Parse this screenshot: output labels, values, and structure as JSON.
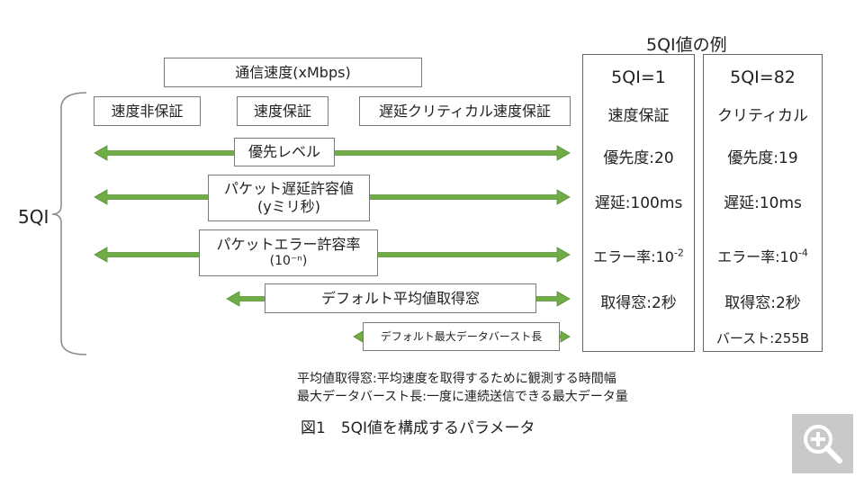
{
  "diagram": {
    "left_label": "5QI",
    "bandwidth_label": "通信速度(xMbps)",
    "speed_types": [
      "速度非保証",
      "速度保証",
      "遅延クリティカル速度保証"
    ],
    "params": {
      "priority": "優先レベル",
      "delay_line1": "パケット遅延許容値",
      "delay_line2": "(yミリ秒)",
      "error_line1": "パケットエラー許容率",
      "error_line2": "(10⁻ⁿ)",
      "window": "デフォルト平均値取得窓",
      "burst": "デフォルト最大データバースト長"
    }
  },
  "examples": {
    "title": "5QI値の例",
    "columns": [
      {
        "header": "5QI=1",
        "type": "速度保証",
        "priority": "優先度:20",
        "delay": "遅延:100ms",
        "error_prefix": "エラー率:10",
        "error_exp": "-2",
        "window": "取得窓:2秒",
        "burst": ""
      },
      {
        "header": "5QI=82",
        "type": "クリティカル",
        "priority": "優先度:19",
        "delay": "遅延:10ms",
        "error_prefix": "エラー率:10",
        "error_exp": "-4",
        "window": "取得窓:2秒",
        "burst": "バースト:255B"
      }
    ]
  },
  "notes": [
    "平均値取得窓:平均速度を取得するために観測する時間幅",
    "最大データバースト長:一度に連続送信できる最大データ量"
  ],
  "caption": "図1　5QI値を構成するパラメータ",
  "colors": {
    "arrow": "#70ad47",
    "arrow_outline": "#5a8f38",
    "border": "#7a7a7a"
  },
  "icons": {
    "zoom": "zoom-in-icon"
  }
}
